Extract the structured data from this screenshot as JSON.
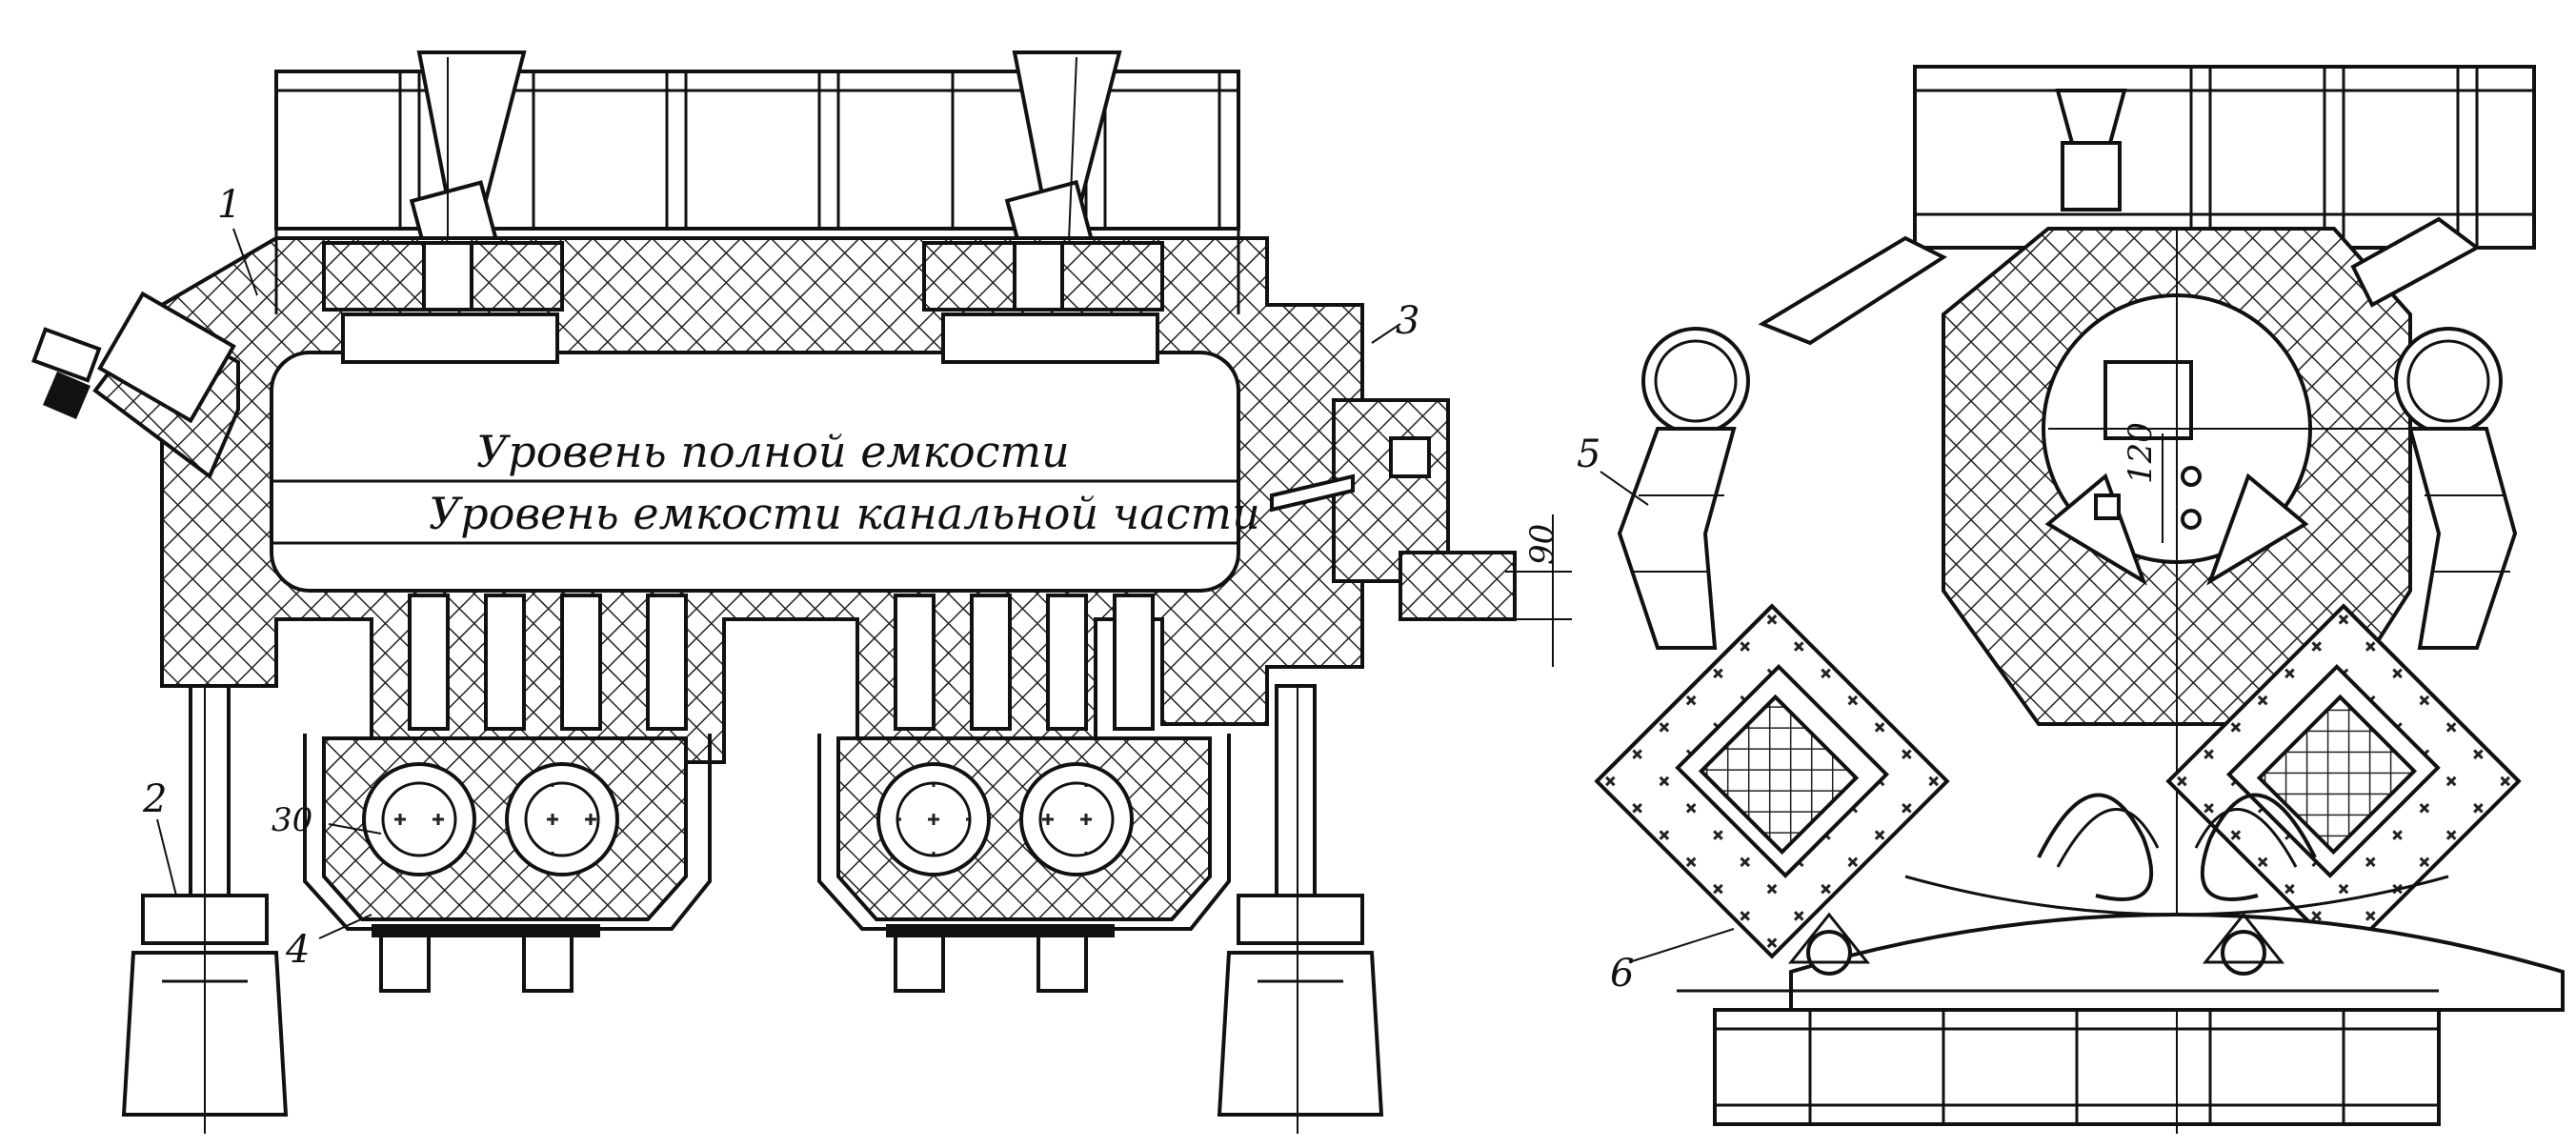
{
  "labels": {
    "full_level": "Уровень полной емкости",
    "channel_level": "Уровень емкости    канальной части",
    "callout_1": "1",
    "callout_2": "2",
    "callout_3": "3",
    "callout_4": "4",
    "callout_5": "5",
    "callout_6": "6",
    "dim_30": "30",
    "dim_90": "90",
    "dim_120": "120"
  },
  "colors": {
    "ink": "#111111",
    "paper": "#ffffff"
  }
}
